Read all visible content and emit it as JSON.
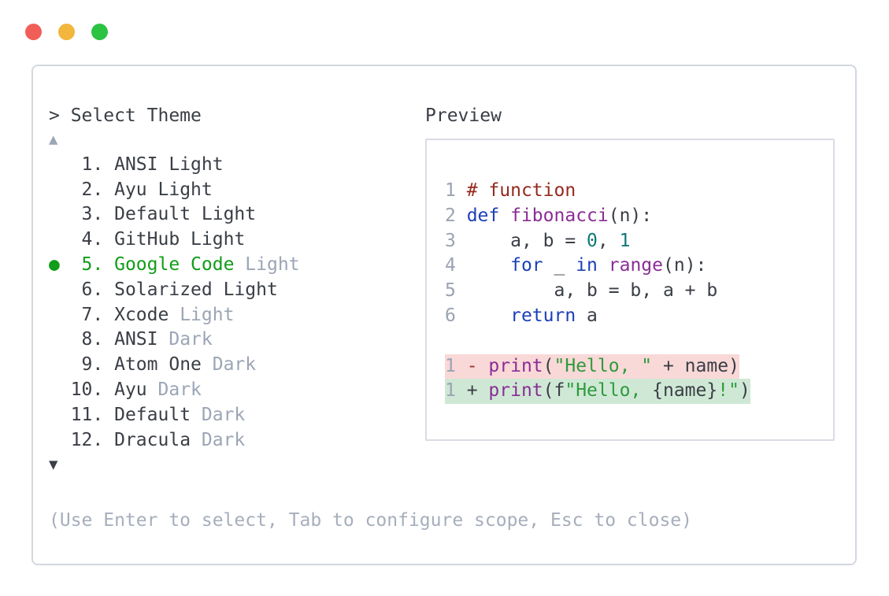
{
  "colors": {
    "traffic_red": "#f15e58",
    "traffic_yellow": "#f2b63c",
    "traffic_green": "#2bc342",
    "panel_border": "#d3d7df",
    "preview_border": "#d9dce3",
    "text_dark": "#3a3e45",
    "text_dim": "#9ba5b5",
    "selected_green": "#119c19",
    "help_text": "#a6aebc",
    "line_number": "#9aa3b2",
    "comment": "#96291f",
    "keyword": "#1c3fb8",
    "function_name": "#8a2d96",
    "string": "#2e9b3c",
    "number": "#117777",
    "del_sign": "#9b3333",
    "del_bg": "#f9d8d8",
    "add_bg": "#cfe8d5"
  },
  "window": {
    "traffic_lights": [
      "close",
      "minimize",
      "zoom"
    ]
  },
  "prompt": {
    "label": "> Select Theme"
  },
  "theme_list": {
    "scroll_up_icon": "▲",
    "scroll_down_icon": "▼",
    "selected_marker_icon": "●",
    "items": [
      {
        "number": 1,
        "name": "ANSI",
        "variant": "Light",
        "variant_dim": false,
        "selected": false
      },
      {
        "number": 2,
        "name": "Ayu",
        "variant": "Light",
        "variant_dim": false,
        "selected": false
      },
      {
        "number": 3,
        "name": "Default",
        "variant": "Light",
        "variant_dim": false,
        "selected": false
      },
      {
        "number": 4,
        "name": "GitHub",
        "variant": "Light",
        "variant_dim": false,
        "selected": false
      },
      {
        "number": 5,
        "name": "Google Code",
        "variant": "Light",
        "variant_dim": true,
        "selected": true
      },
      {
        "number": 6,
        "name": "Solarized",
        "variant": "Light",
        "variant_dim": false,
        "selected": false
      },
      {
        "number": 7,
        "name": "Xcode",
        "variant": "Light",
        "variant_dim": true,
        "selected": false
      },
      {
        "number": 8,
        "name": "ANSI",
        "variant": "Dark",
        "variant_dim": true,
        "selected": false
      },
      {
        "number": 9,
        "name": "Atom One",
        "variant": "Dark",
        "variant_dim": true,
        "selected": false
      },
      {
        "number": 10,
        "name": "Ayu",
        "variant": "Dark",
        "variant_dim": true,
        "selected": false
      },
      {
        "number": 11,
        "name": "Default",
        "variant": "Dark",
        "variant_dim": true,
        "selected": false
      },
      {
        "number": 12,
        "name": "Dracula",
        "variant": "Dark",
        "variant_dim": true,
        "selected": false
      }
    ]
  },
  "preview": {
    "label": "Preview",
    "code_lines": [
      {
        "num": "1",
        "highlight": null,
        "tokens": [
          [
            "comment",
            "# function"
          ]
        ]
      },
      {
        "num": "2",
        "highlight": null,
        "tokens": [
          [
            "keyword",
            "def"
          ],
          [
            "plain",
            " "
          ],
          [
            "function",
            "fibonacci"
          ],
          [
            "plain",
            "(n):"
          ]
        ]
      },
      {
        "num": "3",
        "highlight": null,
        "tokens": [
          [
            "plain",
            "    a, b = "
          ],
          [
            "number",
            "0"
          ],
          [
            "plain",
            ", "
          ],
          [
            "number",
            "1"
          ]
        ]
      },
      {
        "num": "4",
        "highlight": null,
        "tokens": [
          [
            "plain",
            "    "
          ],
          [
            "keyword",
            "for"
          ],
          [
            "plain",
            " _ "
          ],
          [
            "keyword",
            "in"
          ],
          [
            "plain",
            " "
          ],
          [
            "function",
            "range"
          ],
          [
            "plain",
            "(n):"
          ]
        ]
      },
      {
        "num": "5",
        "highlight": null,
        "tokens": [
          [
            "plain",
            "        a, b = b, a + b"
          ]
        ]
      },
      {
        "num": "6",
        "highlight": null,
        "tokens": [
          [
            "plain",
            "    "
          ],
          [
            "keyword",
            "return"
          ],
          [
            "plain",
            " a"
          ]
        ]
      },
      {
        "num": "",
        "highlight": null,
        "tokens": []
      },
      {
        "num": "1",
        "highlight": "del",
        "tokens": [
          [
            "del_sign",
            "- "
          ],
          [
            "function",
            "print"
          ],
          [
            "plain",
            "("
          ],
          [
            "string",
            "\"Hello, \""
          ],
          [
            "plain",
            " + name)"
          ]
        ]
      },
      {
        "num": "1",
        "highlight": "add",
        "tokens": [
          [
            "add_sign",
            "+ "
          ],
          [
            "function",
            "print"
          ],
          [
            "plain",
            "(f"
          ],
          [
            "string",
            "\"Hello, "
          ],
          [
            "plain",
            "{name}"
          ],
          [
            "string",
            "!\""
          ],
          [
            "plain",
            ")"
          ]
        ]
      }
    ]
  },
  "help": {
    "text": "(Use Enter to select, Tab to configure scope, Esc to close)"
  }
}
